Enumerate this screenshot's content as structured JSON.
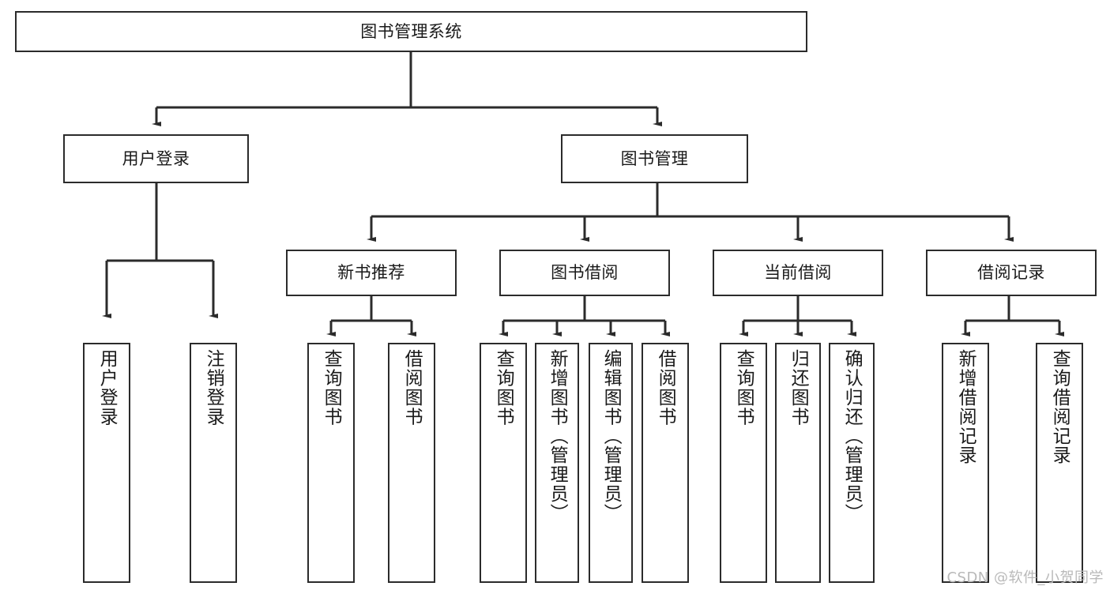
{
  "diagram": {
    "type": "tree",
    "title": "图书管理系统",
    "watermark": "CSDN @软件_小贺同学",
    "colors": {
      "box_border": "#2b2b2b",
      "box_fill": "#ffffff",
      "connector": "#2b2b2b",
      "text": "#1a1a1a",
      "watermark": "#b9b9b9",
      "background": "#ffffff"
    }
  },
  "nodes": {
    "root": {
      "label": "图书管理系统"
    },
    "level2": [
      {
        "id": "user-login",
        "label": "用户登录"
      },
      {
        "id": "book-management",
        "label": "图书管理"
      }
    ],
    "level3": [
      {
        "id": "new-book-recommend",
        "label": "新书推荐"
      },
      {
        "id": "book-borrow",
        "label": "图书借阅"
      },
      {
        "id": "current-borrow",
        "label": "当前借阅"
      },
      {
        "id": "borrow-record",
        "label": "借阅记录"
      }
    ],
    "leaves": {
      "user_login": [
        {
          "id": "leaf-user-login",
          "label": "用户登录"
        },
        {
          "id": "leaf-logout-login",
          "label": "注销登录"
        }
      ],
      "new_book_recommend": [
        {
          "id": "leaf-query-book-1",
          "label": "查询图书"
        },
        {
          "id": "leaf-borrow-book-1",
          "label": "借阅图书"
        }
      ],
      "book_borrow": [
        {
          "id": "leaf-query-book-2",
          "label": "查询图书"
        },
        {
          "id": "leaf-add-book",
          "label": "新增图书（管理员）"
        },
        {
          "id": "leaf-edit-book",
          "label": "编辑图书（管理员）"
        },
        {
          "id": "leaf-borrow-book-2",
          "label": "借阅图书"
        }
      ],
      "current_borrow": [
        {
          "id": "leaf-query-book-3",
          "label": "查询图书"
        },
        {
          "id": "leaf-return-book",
          "label": "归还图书"
        },
        {
          "id": "leaf-confirm-return",
          "label": "确认归还（管理员）"
        }
      ],
      "borrow_record": [
        {
          "id": "leaf-add-record",
          "label": "新增借阅记录"
        },
        {
          "id": "leaf-query-record",
          "label": "查询借阅记录"
        }
      ]
    }
  }
}
